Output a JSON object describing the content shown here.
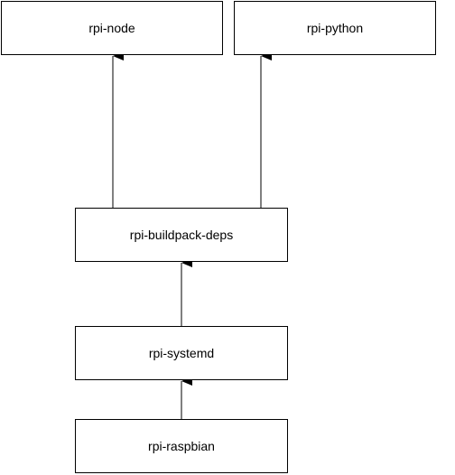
{
  "diagram": {
    "nodes": [
      {
        "id": "rpi-node",
        "label": "rpi-node"
      },
      {
        "id": "rpi-python",
        "label": "rpi-python"
      },
      {
        "id": "rpi-buildpack-deps",
        "label": "rpi-buildpack-deps"
      },
      {
        "id": "rpi-systemd",
        "label": "rpi-systemd"
      },
      {
        "id": "rpi-raspbian",
        "label": "rpi-raspbian"
      }
    ],
    "edges": [
      {
        "from": "rpi-buildpack-deps",
        "to": "rpi-node"
      },
      {
        "from": "rpi-buildpack-deps",
        "to": "rpi-python"
      },
      {
        "from": "rpi-systemd",
        "to": "rpi-buildpack-deps"
      },
      {
        "from": "rpi-raspbian",
        "to": "rpi-systemd"
      }
    ],
    "colors": {
      "line": "#000000",
      "box_border": "#000000",
      "background": "#ffffff"
    }
  }
}
